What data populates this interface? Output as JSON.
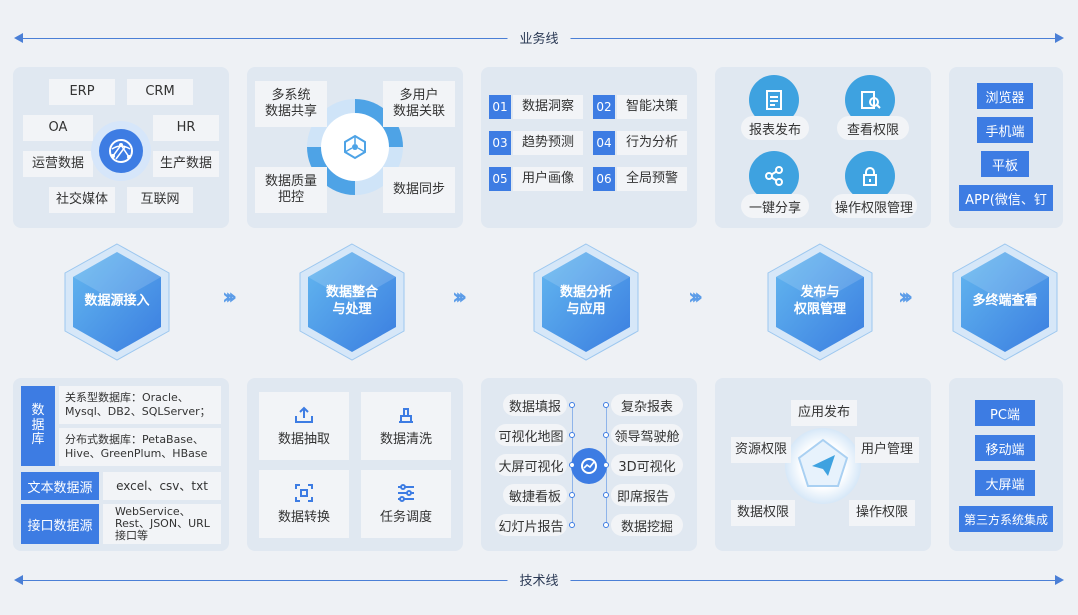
{
  "bands": {
    "top": "业务线",
    "bottom": "技术线"
  },
  "stages": [
    {
      "name": "数据源接入"
    },
    {
      "name": "数据整合\n与处理"
    },
    {
      "name": "数据分析\n与应用"
    },
    {
      "name": "发布与\n权限管理"
    },
    {
      "name": "多终端查看"
    }
  ],
  "sources": {
    "items": [
      "ERP",
      "CRM",
      "OA",
      "HR",
      "运营数据",
      "生产数据",
      "社交媒体",
      "互联网"
    ]
  },
  "integration_top": {
    "tl": "多系统\n数据共享",
    "tr": "多用户\n数据关联",
    "bl": "数据质量\n把控",
    "br": "数据同步"
  },
  "analysis_top": [
    {
      "num": "01",
      "label": "数据洞察"
    },
    {
      "num": "02",
      "label": "智能决策"
    },
    {
      "num": "03",
      "label": "趋势预测"
    },
    {
      "num": "04",
      "label": "行为分析"
    },
    {
      "num": "05",
      "label": "用户画像"
    },
    {
      "num": "06",
      "label": "全局预警"
    }
  ],
  "publish_top": [
    "报表发布",
    "查看权限",
    "一键分享",
    "操作权限管理"
  ],
  "terminal_top": [
    "浏览器",
    "手机端",
    "平板",
    "APP(微信、钉"
  ],
  "db_bottom": {
    "db_label": "数\n据\n库",
    "db_rel": "关系型数据库：Oracle、\nMysql、DB2、SQLServer；",
    "db_dist": "分布式数据库：PetaBase、\nHive、GreenPlum、HBase",
    "text_label": "文本数据源",
    "text_val": "excel、csv、txt",
    "api_label": "接口数据源",
    "api_val": "WebService、\nRest、JSON、URL\n接口等"
  },
  "process_bottom": [
    "数据抽取",
    "数据清洗",
    "数据转换",
    "任务调度"
  ],
  "analysis_bottom": {
    "left": [
      "数据填报",
      "可视化地图",
      "大屏可视化",
      "敏捷看板",
      "幻灯片报告"
    ],
    "right": [
      "复杂报表",
      "领导驾驶舱",
      "3D可视化",
      "即席报告",
      "数据挖掘"
    ]
  },
  "publish_bottom": [
    "应用发布",
    "资源权限",
    "用户管理",
    "数据权限",
    "操作权限"
  ],
  "terminal_bottom": [
    "PC端",
    "移动端",
    "大屏端",
    "第三方系统集成"
  ],
  "colors": {
    "accent": "#3d7ce3",
    "hex_light": "#64b8f0",
    "hex_dark": "#3a7de0"
  }
}
